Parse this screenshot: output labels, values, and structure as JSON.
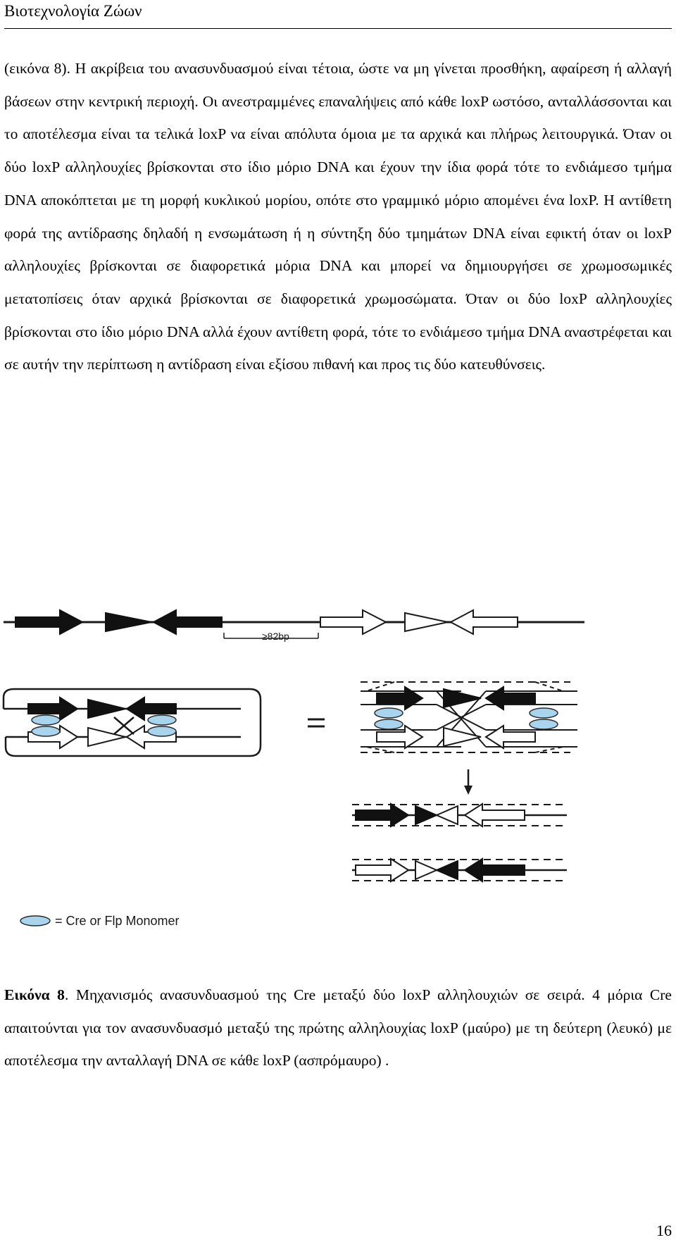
{
  "header": {
    "running_title": "Βιοτεχνολογία Ζώων"
  },
  "body": {
    "paragraph": "(εικόνα 8). Η ακρίβεια του ανασυνδυασμού είναι τέτοια, ώστε να μη γίνεται προσθήκη, αφαίρεση ή αλλαγή βάσεων στην κεντρική περιοχή. Οι ανεστραμμένες επαναλήψεις από κάθε loxP ωστόσο, ανταλλάσσονται και το αποτέλεσμα είναι τα τελικά loxP να είναι απόλυτα όμοια με τα αρχικά και πλήρως λειτουργικά. Όταν οι δύο loxP αλληλουχίες βρίσκονται στο ίδιο μόριο DNA και έχουν την ίδια φορά τότε το ενδιάμεσο τμήμα DNA αποκόπτεται με τη μορφή κυκλικού μορίου, οπότε στο γραμμικό μόριο απομένει ένα loxP. Η αντίθετη φορά της αντίδρασης δηλαδή η ενσωμάτωση ή η σύντηξη δύο τμημάτων DNA είναι εφικτή όταν οι loxP αλληλουχίες βρίσκονται σε διαφορετικά μόρια DNA και μπορεί να δημιουργήσει σε χρωμοσωμικές μετατοπίσεις όταν αρχικά βρίσκονται σε διαφορετικά χρωμοσώματα. Όταν οι δύο loxP αλληλουχίες βρίσκονται στο ίδιο μόριο DNA αλλά έχουν αντίθετη φορά, τότε το ενδιάμεσο τμήμα DNA αναστρέφεται και σε αυτήν την περίπτωση η αντίδραση είναι εξίσου πιθανή και προς τις δύο κατευθύνσεις."
  },
  "figure": {
    "spacer_label": "≥82bp",
    "legend_label": "= Cre or Flp Monomer",
    "equals_sign": "=",
    "cross_mark": "×",
    "colors": {
      "stroke": "#1a1a1a",
      "black_site": "#111111",
      "white_site": "#ffffff",
      "monomer_fill": "#a9d4ee",
      "monomer_stroke": "#2a2a2a"
    },
    "icons": [
      "loxp-black-arrow-icon",
      "loxp-white-arrow-icon",
      "cre-monomer-icon",
      "down-arrow-icon"
    ]
  },
  "caption": {
    "label": "Εικόνα 8",
    "text": ". Μηχανισμός ανασυνδυασμού της Cre μεταξύ δύο loxP αλληλουχιών σε σειρά. 4 μόρια Cre απαιτούνται για τον ανασυνδυασμό μεταξύ της πρώτης αλληλουχίας loxP (μαύρο) με τη δεύτερη (λευκό) με αποτέλεσμα την ανταλλαγή DNA σε κάθε loxP (ασπρόμαυρο) ."
  },
  "footer": {
    "page_number": "16"
  }
}
